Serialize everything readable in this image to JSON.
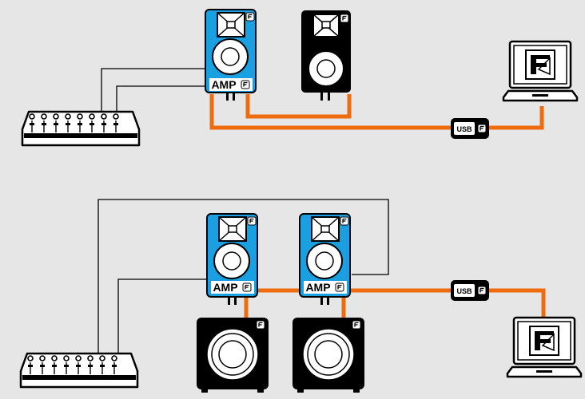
{
  "colors": {
    "background": "#e6e6e6",
    "active_speaker": "#1a9fe0",
    "passive_speaker": "#000000",
    "network_cable": "#ef6c0e",
    "signal_cable": "#000000",
    "device_outline": "#000000",
    "device_fill": "#ffffff"
  },
  "labels": {
    "amp": "AMP",
    "usb": "USB"
  },
  "icons": {
    "brand_badge": "brand-logo-icon",
    "laptop_screen": "brand-logo-icon",
    "mixer": "mixing-console-icon",
    "usb_adapter": "usb-interface-icon"
  },
  "setups": [
    {
      "id": "top",
      "devices": [
        "mixer",
        "active-speaker-amp",
        "passive-speaker",
        "usb-interface",
        "laptop"
      ]
    },
    {
      "id": "bottom",
      "devices": [
        "mixer",
        "active-speaker-amp",
        "active-speaker-amp",
        "subwoofer",
        "subwoofer",
        "usb-interface",
        "laptop"
      ]
    }
  ]
}
